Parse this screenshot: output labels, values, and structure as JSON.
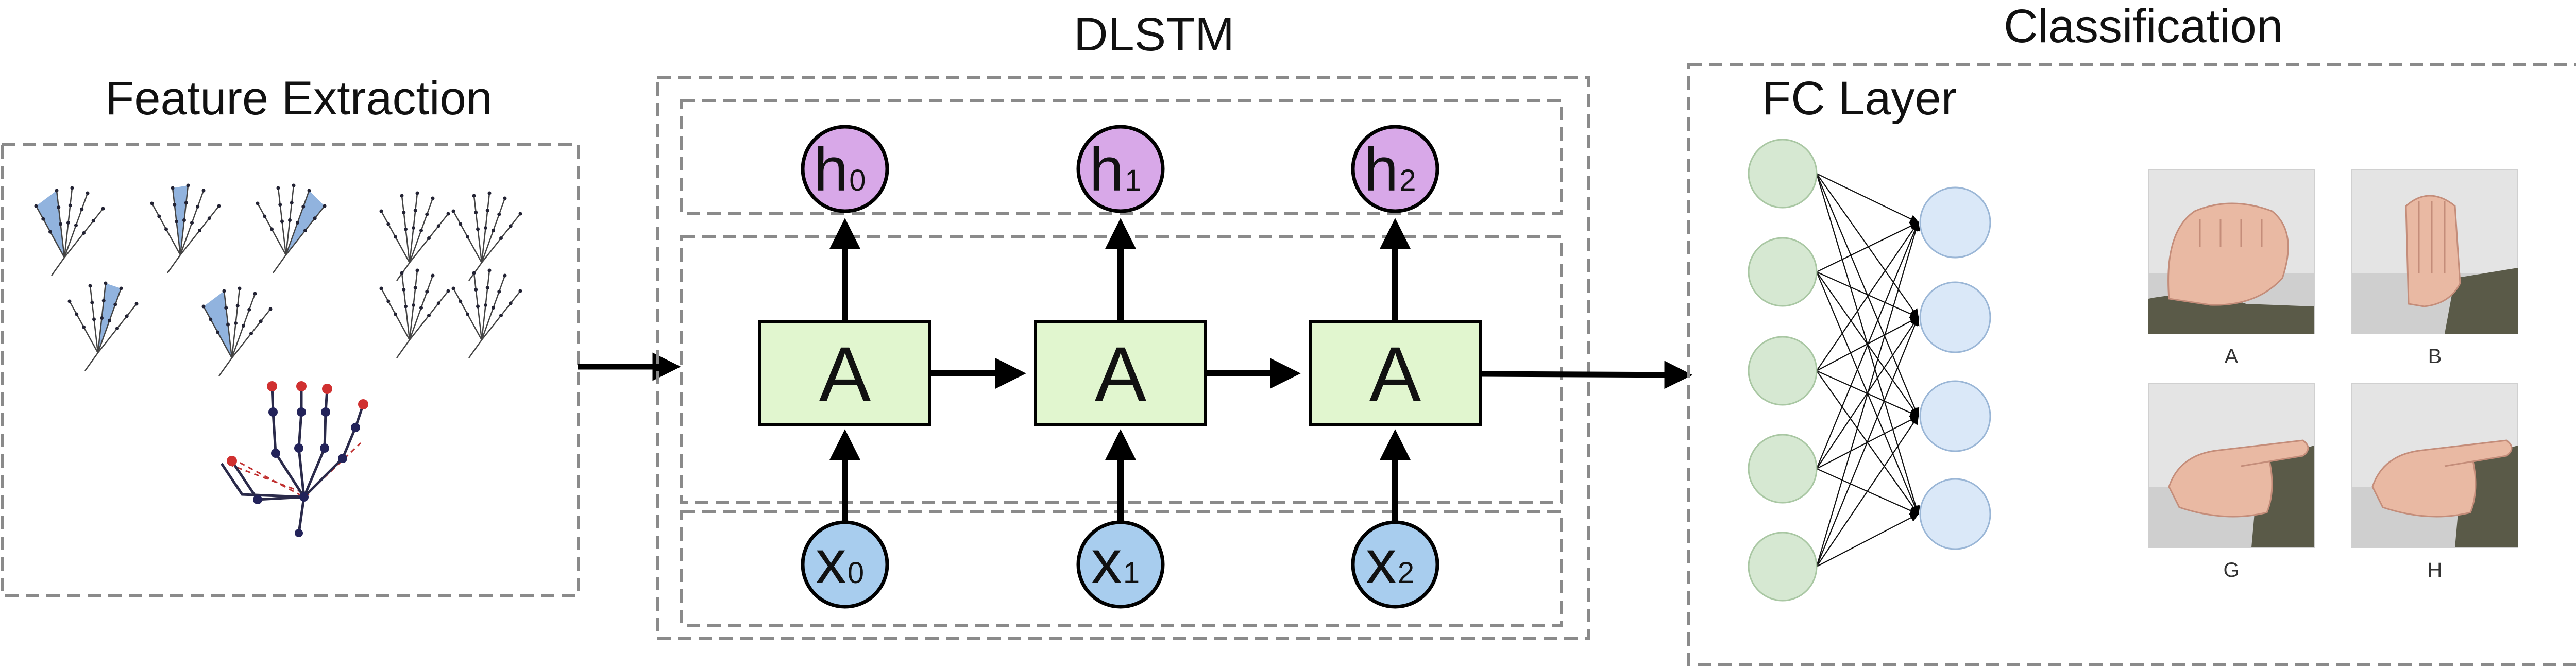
{
  "titles": {
    "feature_extraction": "Feature Extraction",
    "dlstm": "DLSTM",
    "classification": "Classification",
    "fc_layer": "FC Layer"
  },
  "lstm": {
    "cell_label": "A",
    "hidden": [
      {
        "base": "h",
        "sub": "0"
      },
      {
        "base": "h",
        "sub": "1"
      },
      {
        "base": "h",
        "sub": "2"
      }
    ],
    "inputs": [
      {
        "base": "x",
        "sub": "0"
      },
      {
        "base": "x",
        "sub": "1"
      },
      {
        "base": "x",
        "sub": "2"
      }
    ]
  },
  "fc": {
    "input_nodes": 5,
    "output_nodes": 4
  },
  "signs": [
    "A",
    "B",
    "G",
    "H"
  ],
  "colors": {
    "cell_fill": "#e1f6cf",
    "hidden_fill": "#d8a8e8",
    "input_fill": "#a8cdee",
    "fc_input_fill": "#d6e8d2",
    "fc_output_fill": "#dae8f8",
    "hand_fill": "#7ea6d8",
    "skin": "#e9b9a3",
    "sleeve": "#5a5a48"
  }
}
